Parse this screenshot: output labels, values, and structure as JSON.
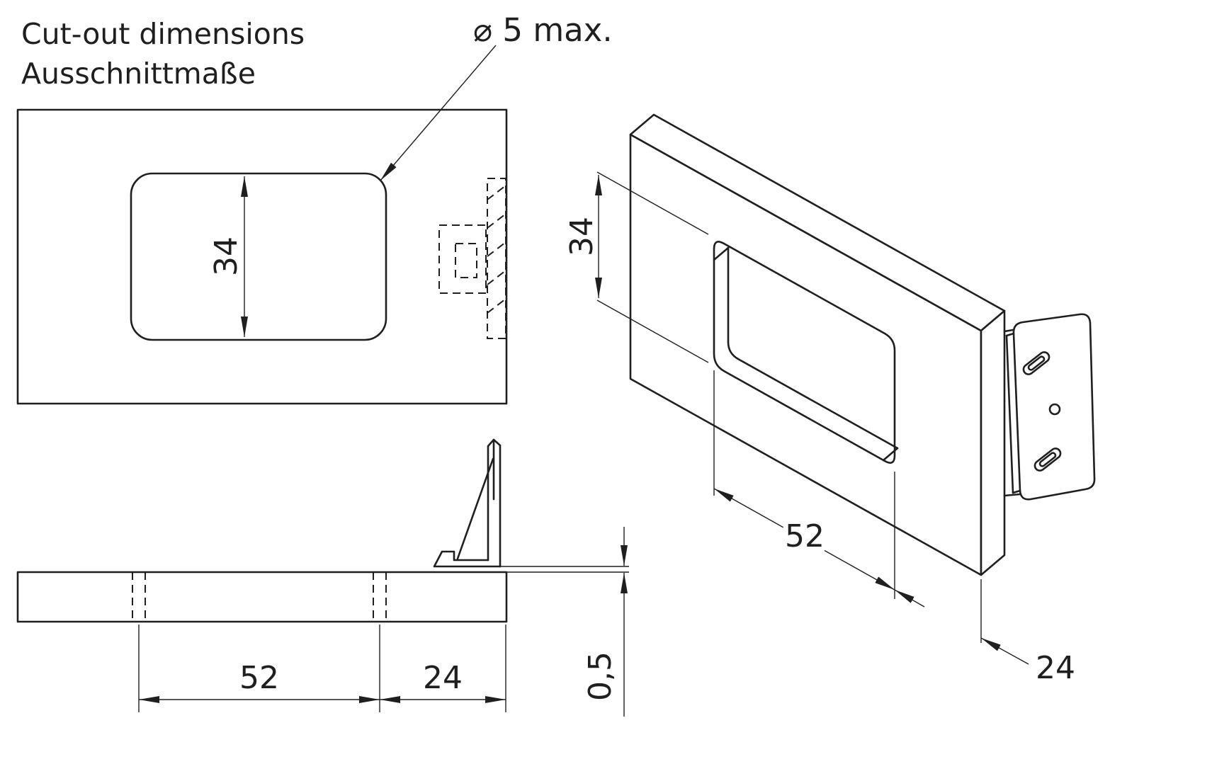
{
  "page": {
    "background": "#ffffff",
    "line_color": "#1f1f1f"
  },
  "title": {
    "line1": "Cut-out dimensions",
    "line2": "Ausschnittmaße"
  },
  "callout": {
    "max_corner_drill": "⌀ 5 max."
  },
  "front_view": {
    "dim_cutout_height": "34"
  },
  "side_view": {
    "dim_cutout_width": "52",
    "dim_edge_offset": "24",
    "dim_flange_gap": "0,5"
  },
  "iso_view": {
    "dim_cutout_height": "34",
    "dim_cutout_width": "52",
    "dim_edge_offset": "24"
  }
}
